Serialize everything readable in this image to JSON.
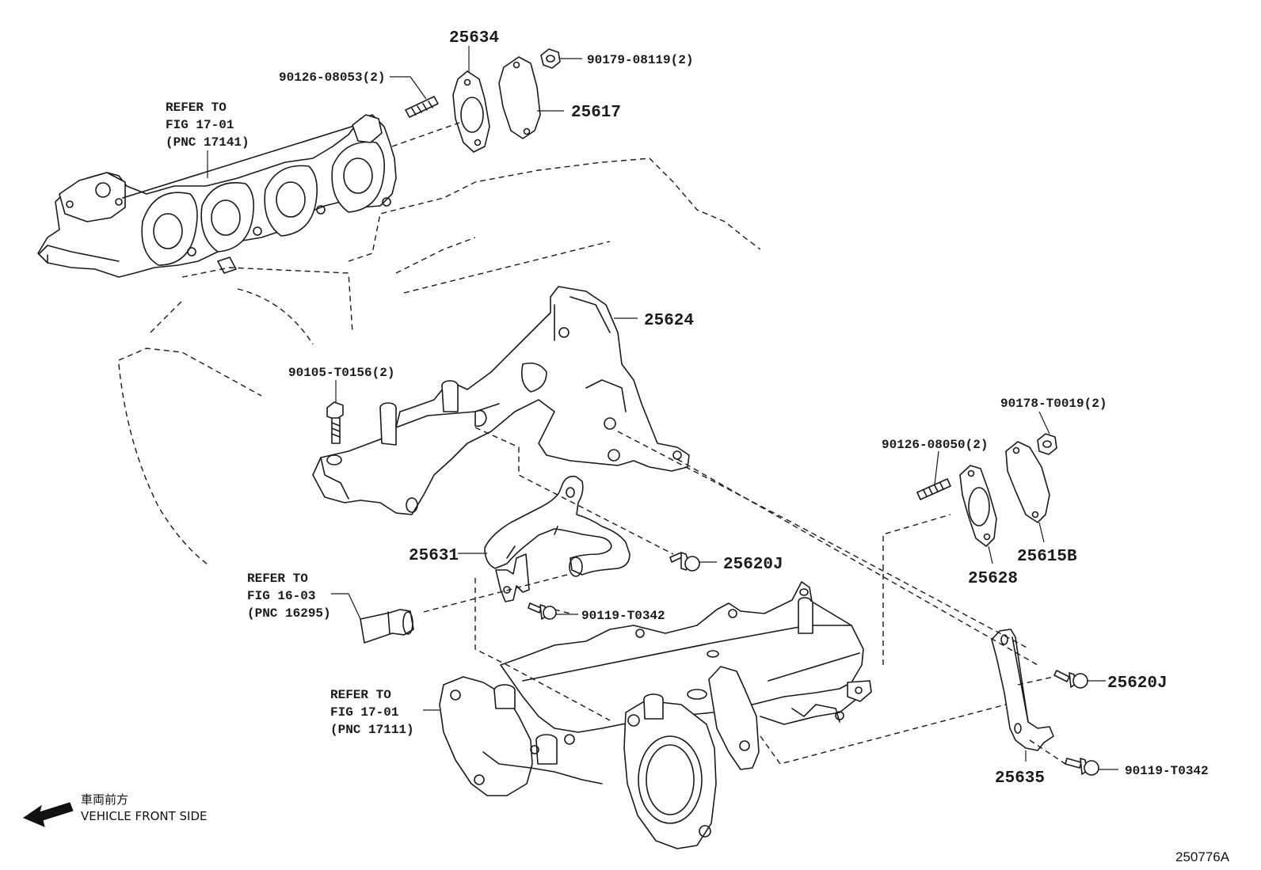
{
  "parts": {
    "p25634": "25634",
    "p90179": "90179-08119(2)",
    "p90126a": "90126-08053(2)",
    "p25617": "25617",
    "p25624": "25624",
    "p90105": "90105-T0156(2)",
    "p90178": "90178-T0019(2)",
    "p90126b": "90126-08050(2)",
    "p25631": "25631",
    "p25620J_a": "25620J",
    "p25615B": "25615B",
    "p25628": "25628",
    "p90119_a": "90119-T0342",
    "p25620J_b": "25620J",
    "p25635": "25635",
    "p90119_b": "90119-T0342"
  },
  "refs": {
    "exhaust_manifold": [
      "REFER TO",
      "FIG 17-01",
      "(PNC 17141)"
    ],
    "hose": [
      "REFER TO",
      "FIG 16-03",
      "(PNC 16295)"
    ],
    "intake_manifold": [
      "REFER TO",
      "FIG 17-01",
      "(PNC 17111)"
    ]
  },
  "front_indicator": {
    "japanese": "車両前方",
    "english": "VEHICLE FRONT SIDE"
  },
  "figure_number": "250776A"
}
